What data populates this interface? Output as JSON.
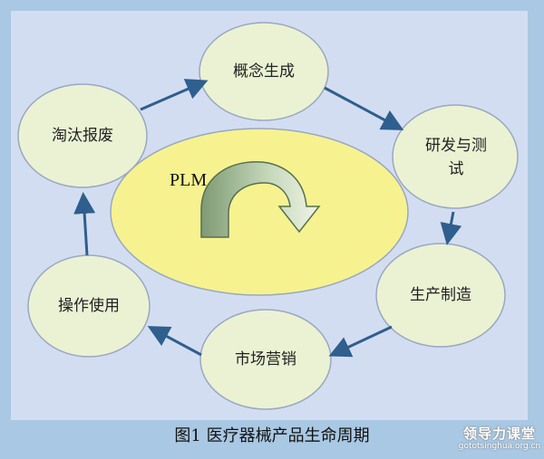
{
  "diagram": {
    "center_label": "PLM",
    "stages": [
      {
        "id": "concept",
        "label": "概念生成"
      },
      {
        "id": "rnd",
        "label": "研发与测试"
      },
      {
        "id": "manufacturing",
        "label": "生产制造"
      },
      {
        "id": "marketing",
        "label": "市场营销"
      },
      {
        "id": "operation",
        "label": "操作使用"
      },
      {
        "id": "disposal",
        "label": "淘汰报废"
      }
    ],
    "caption": "图1 医疗器械产品生命周期"
  },
  "watermark": {
    "brand": "领导力课堂",
    "url": "gototsinghua.org.cn"
  },
  "colors": {
    "frame": "#a9c8e3",
    "panel": "#d3ddf2",
    "node_fill": "#eaf2d3",
    "node_stroke": "#9aa8bf",
    "center_fill": "#f6f290",
    "arrow": "#2e5f8e"
  }
}
